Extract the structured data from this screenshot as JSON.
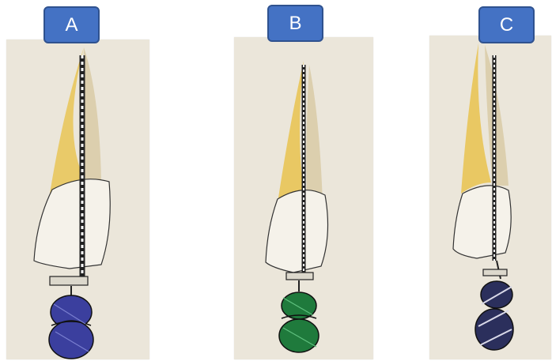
{
  "labels": {
    "a": "A",
    "b": "B",
    "c": "C"
  },
  "colors": {
    "label_fill": "#4472c4",
    "label_border": "#2f528f",
    "label_text": "#ffffff",
    "paper": "#ebe6da",
    "root": "#e8c86a",
    "handle_a": "#3a3fa0",
    "handle_b": "#1f7a3c",
    "handle_c": "#2b2f5c"
  },
  "icons": {
    "a": "endodontic-file-icon",
    "b": "endodontic-file-icon",
    "c": "endodontic-file-icon"
  }
}
